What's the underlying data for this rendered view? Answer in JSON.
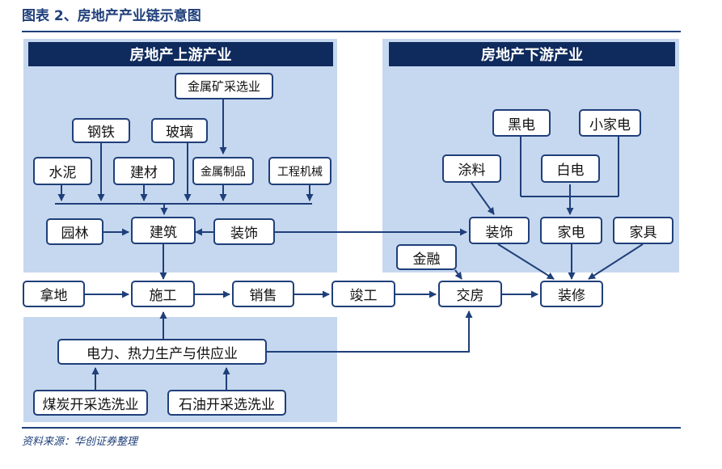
{
  "title": "图表 2、房地产产业链示意图",
  "source": "资料来源：华创证券整理",
  "upstream": {
    "header": "房地产上游产业"
  },
  "downstream": {
    "header": "房地产下游产业"
  },
  "nodes": {
    "jinshu_kuangcai": "金属矿采选业",
    "gangtie": "钢铁",
    "boli": "玻璃",
    "shuini": "水泥",
    "jiancai": "建材",
    "jinshu_zhipin": "金属制品",
    "gongcheng_jixie": "工程机械",
    "yuanlin": "园林",
    "jianzhu": "建筑",
    "zhuangshi_up": "装饰",
    "nadi": "拿地",
    "shigong": "施工",
    "xiaoshou": "销售",
    "jungong": "竣工",
    "jiaofang": "交房",
    "zhuangxiu": "装修",
    "jinrong": "金融",
    "dianli": "电力、热力生产与供应业",
    "meitan": "煤炭开采选洗业",
    "shiyou": "石油开采选洗业",
    "heidian": "黑电",
    "xiaojiadian": "小家电",
    "tuliao": "涂料",
    "baidian": "白电",
    "zhuangshi_down": "装饰",
    "jiadian": "家电",
    "jiaju": "家具"
  },
  "colors": {
    "navy": "#0f2a5c",
    "panel": "#c6d8ef",
    "line": "#1f3f7a"
  }
}
